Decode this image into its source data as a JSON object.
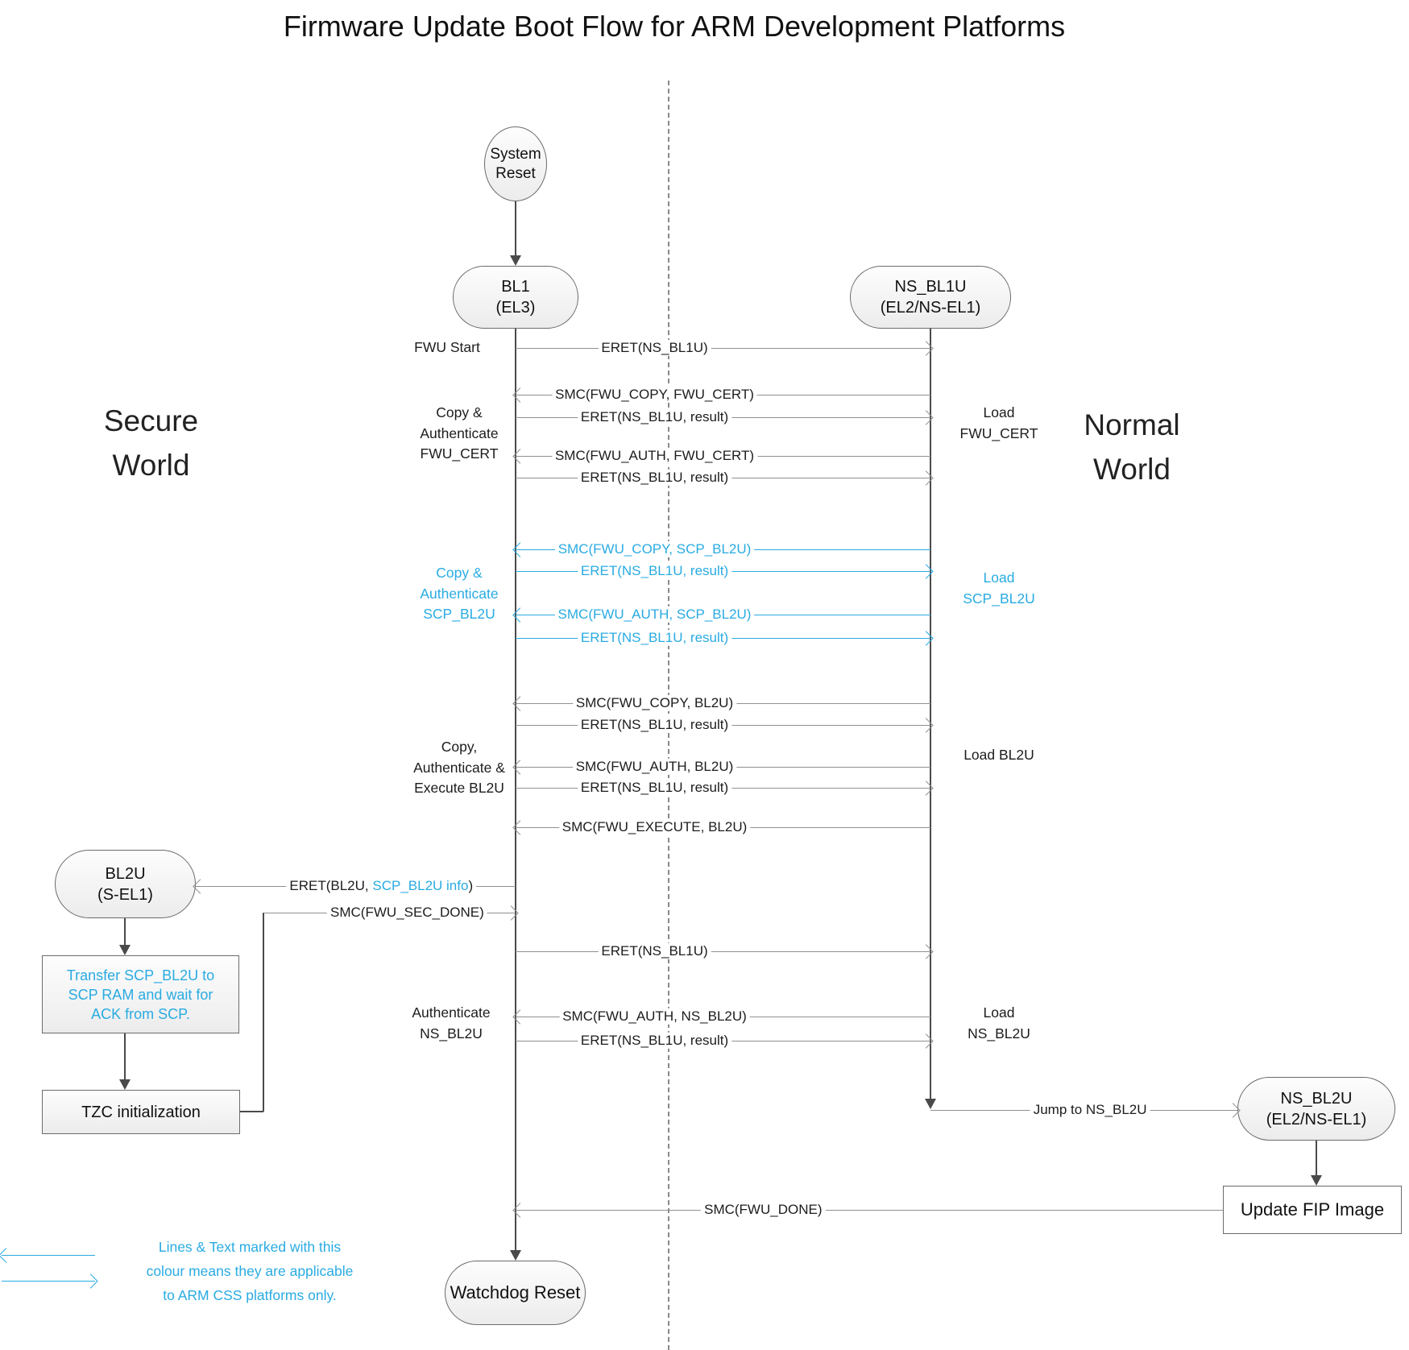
{
  "title": "Firmware Update Boot Flow for ARM Development Platforms",
  "worlds": {
    "secure": [
      "Secure",
      "World"
    ],
    "normal": [
      "Normal",
      "World"
    ]
  },
  "nodes": {
    "system_reset": [
      "System",
      "Reset"
    ],
    "bl1": [
      "BL1",
      "(EL3)"
    ],
    "ns_bl1u": [
      "NS_BL1U",
      "(EL2/NS-EL1)"
    ],
    "bl2u": [
      "BL2U",
      "(S-EL1)"
    ],
    "ns_bl2u": [
      "NS_BL2U",
      "(EL2/NS-EL1)"
    ],
    "watchdog_reset": "Watchdog Reset",
    "transfer_scp": [
      "Transfer SCP_BL2U to",
      "SCP RAM and wait for",
      "ACK from SCP."
    ],
    "tzc_init": "TZC initialization",
    "update_fip": "Update FIP Image"
  },
  "messages": {
    "eret_ns_bl1u": "ERET(NS_BL1U)",
    "smc_copy_fwu_cert": "SMC(FWU_COPY, FWU_CERT)",
    "eret_result": "ERET(NS_BL1U, result)",
    "smc_auth_fwu_cert": "SMC(FWU_AUTH, FWU_CERT)",
    "smc_copy_scp_bl2u": "SMC(FWU_COPY, SCP_BL2U)",
    "smc_auth_scp_bl2u": "SMC(FWU_AUTH, SCP_BL2U)",
    "smc_copy_bl2u": "SMC(FWU_COPY, BL2U)",
    "smc_auth_bl2u": "SMC(FWU_AUTH, BL2U)",
    "smc_execute_bl2u": "SMC(FWU_EXECUTE, BL2U)",
    "eret_bl2u_prefix": "ERET(BL2U, ",
    "eret_bl2u_scp_info": "SCP_BL2U info",
    "eret_bl2u_suffix": ")",
    "smc_sec_done": "SMC(FWU_SEC_DONE)",
    "smc_auth_ns_bl2u": "SMC(FWU_AUTH, NS_BL2U)",
    "jump_ns_bl2u": "Jump to NS_BL2U",
    "smc_done": "SMC(FWU_DONE)"
  },
  "side_labels": {
    "fwu_start": "FWU Start",
    "copy_auth_fwu_cert": [
      "Copy &",
      "Authenticate",
      "FWU_CERT"
    ],
    "load_fwu_cert": [
      "Load",
      "FWU_CERT"
    ],
    "copy_auth_scp_bl2u": [
      "Copy &",
      "Authenticate",
      "SCP_BL2U"
    ],
    "load_scp_bl2u": [
      "Load",
      "SCP_BL2U"
    ],
    "copy_auth_exec_bl2u": [
      "Copy,",
      "Authenticate &",
      "Execute BL2U"
    ],
    "load_bl2u": "Load BL2U",
    "authenticate_ns_bl2u": [
      "Authenticate",
      "NS_BL2U"
    ],
    "load_ns_bl2u": [
      "Load",
      "NS_BL2U"
    ]
  },
  "legend": {
    "lines": [
      "Lines & Text marked with this",
      "colour means they are applicable",
      "to ARM CSS platforms only."
    ]
  },
  "colors": {
    "accent": "#29ABE2",
    "message_line": "#909090",
    "lifeline": "#4a4a4a"
  }
}
